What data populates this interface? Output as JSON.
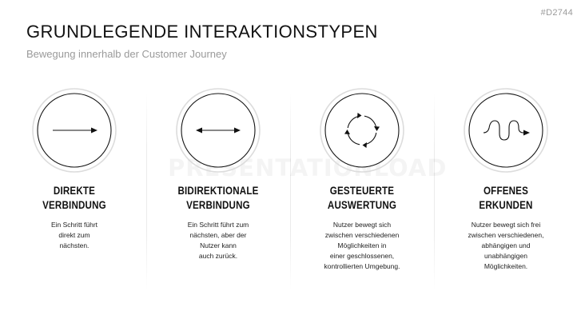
{
  "slide_id": "#D2744",
  "header": {
    "title": "GRUNDLEGENDE INTERAKTIONSTYPEN",
    "subtitle": "Bewegung innerhalb der Customer Journey"
  },
  "watermark": "PRESENTATIONLOAD",
  "columns": [
    {
      "icon": "single-arrow-icon",
      "title_lines": [
        "DIREKTE",
        "VERBINDUNG"
      ],
      "text_lines": [
        "Ein Schritt führt",
        "direkt zum",
        "nächsten."
      ]
    },
    {
      "icon": "double-arrow-icon",
      "title_lines": [
        "BIDIREKTIONALE",
        "VERBINDUNG"
      ],
      "text_lines": [
        "Ein Schritt führt zum",
        "nächsten, aber der",
        "Nutzer kann",
        "auch zurück."
      ]
    },
    {
      "icon": "cycle-arrows-icon",
      "title_lines": [
        "GESTEUERTE",
        "AUSWERTUNG"
      ],
      "text_lines": [
        "Nutzer bewegt sich",
        "zwischen verschiedenen",
        "Möglichkeiten in",
        "einer geschlossenen,",
        "kontrollierten Umgebung."
      ]
    },
    {
      "icon": "wave-arrow-icon",
      "title_lines": [
        "OFFENES",
        "ERKUNDEN"
      ],
      "text_lines": [
        "Nutzer bewegt sich frei",
        "zwischen verschiedenen,",
        "abhängigen und",
        "unabhängigen",
        "Möglichkeiten."
      ]
    }
  ]
}
